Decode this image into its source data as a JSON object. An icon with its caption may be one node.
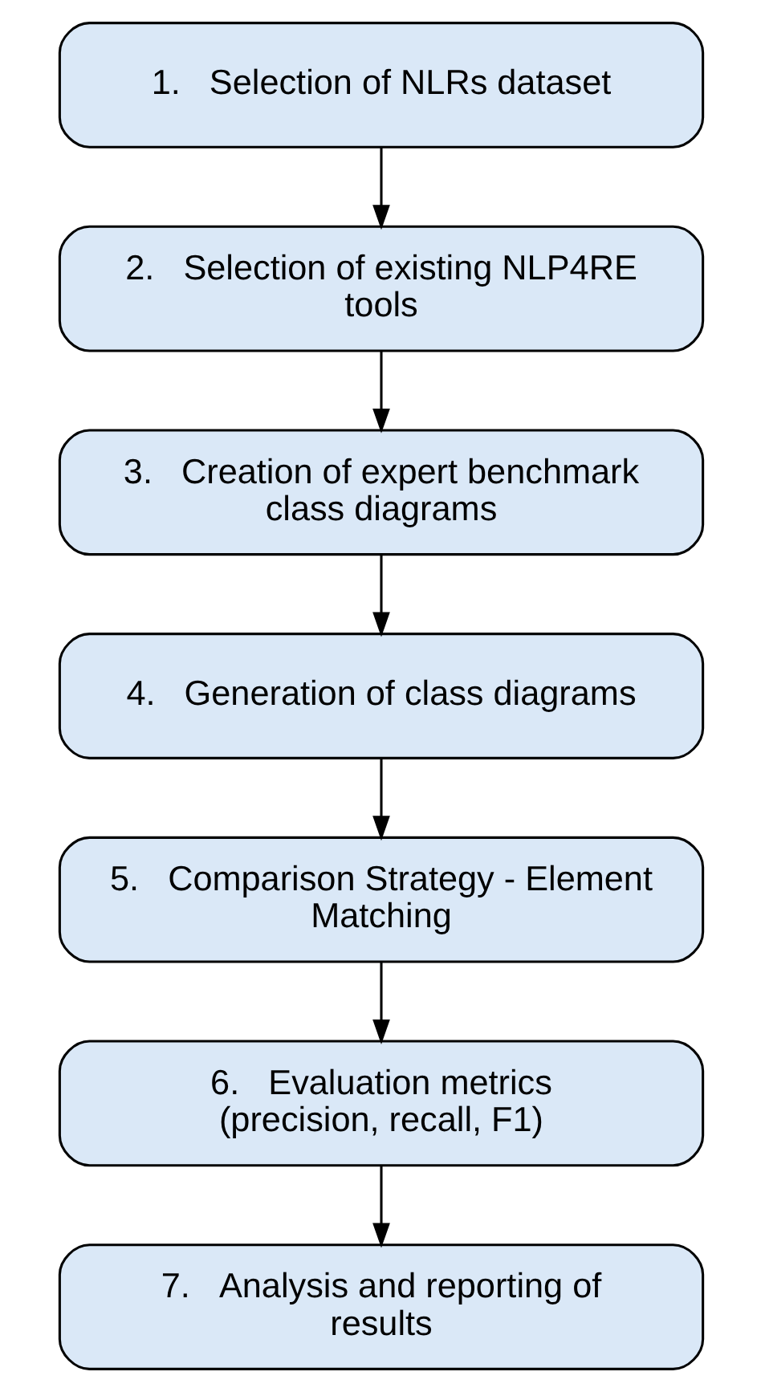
{
  "diagram": {
    "nodes": [
      {
        "text": [
          "1.   Selection of NLRs dataset"
        ]
      },
      {
        "text": [
          "2.   Selection of existing NLP4RE tools"
        ]
      },
      {
        "text": [
          "3.   Creation of expert benchmark class diagrams"
        ]
      },
      {
        "text": [
          "4.   Generation of class diagrams"
        ]
      },
      {
        "text": [
          "5.   Comparison Strategy - Element Matching"
        ]
      },
      {
        "text": [
          "6.   Evaluation metrics (precision, recall, F1)"
        ]
      },
      {
        "text": [
          "7.   Analysis and reporting of results"
        ]
      }
    ],
    "edges": [
      {
        "from": 0,
        "to": 1,
        "arrow": "to"
      },
      {
        "from": 1,
        "to": 2,
        "arrow": "to"
      },
      {
        "from": 2,
        "to": 3,
        "arrow": "to"
      },
      {
        "from": 3,
        "to": 4,
        "arrow": "to"
      },
      {
        "from": 4,
        "to": 5,
        "arrow": "to"
      },
      {
        "from": 5,
        "to": 6,
        "arrow": "to"
      }
    ]
  }
}
